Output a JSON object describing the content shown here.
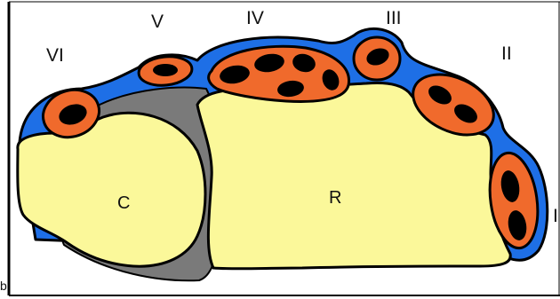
{
  "compartment_labels": {
    "I": "I",
    "II": "II",
    "III": "III",
    "IV": "IV",
    "V": "V",
    "VI": "VI"
  },
  "bone_labels": {
    "capitate": "C",
    "radius": "R"
  },
  "corner_mark": "b",
  "colors": {
    "frame": "#000000",
    "synovial_sheath": "#1e6fe6",
    "tendon_compartment": "#f06a2c",
    "tendon": "#000000",
    "bone": "#fbf89a",
    "cartilage": "#7a7a7a"
  }
}
